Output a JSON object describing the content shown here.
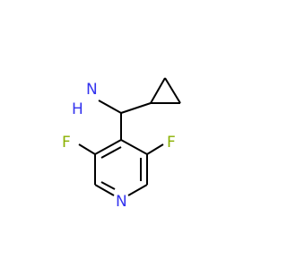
{
  "molecule": {
    "atoms": {
      "amine_h": "H",
      "amine_n": "N",
      "fluorine_left": "F",
      "fluorine_right": "F",
      "pyridine_n": "N"
    },
    "colors": {
      "bond": "#000000",
      "nitrogen": "#3333ee",
      "fluorine": "#8ab000"
    }
  }
}
